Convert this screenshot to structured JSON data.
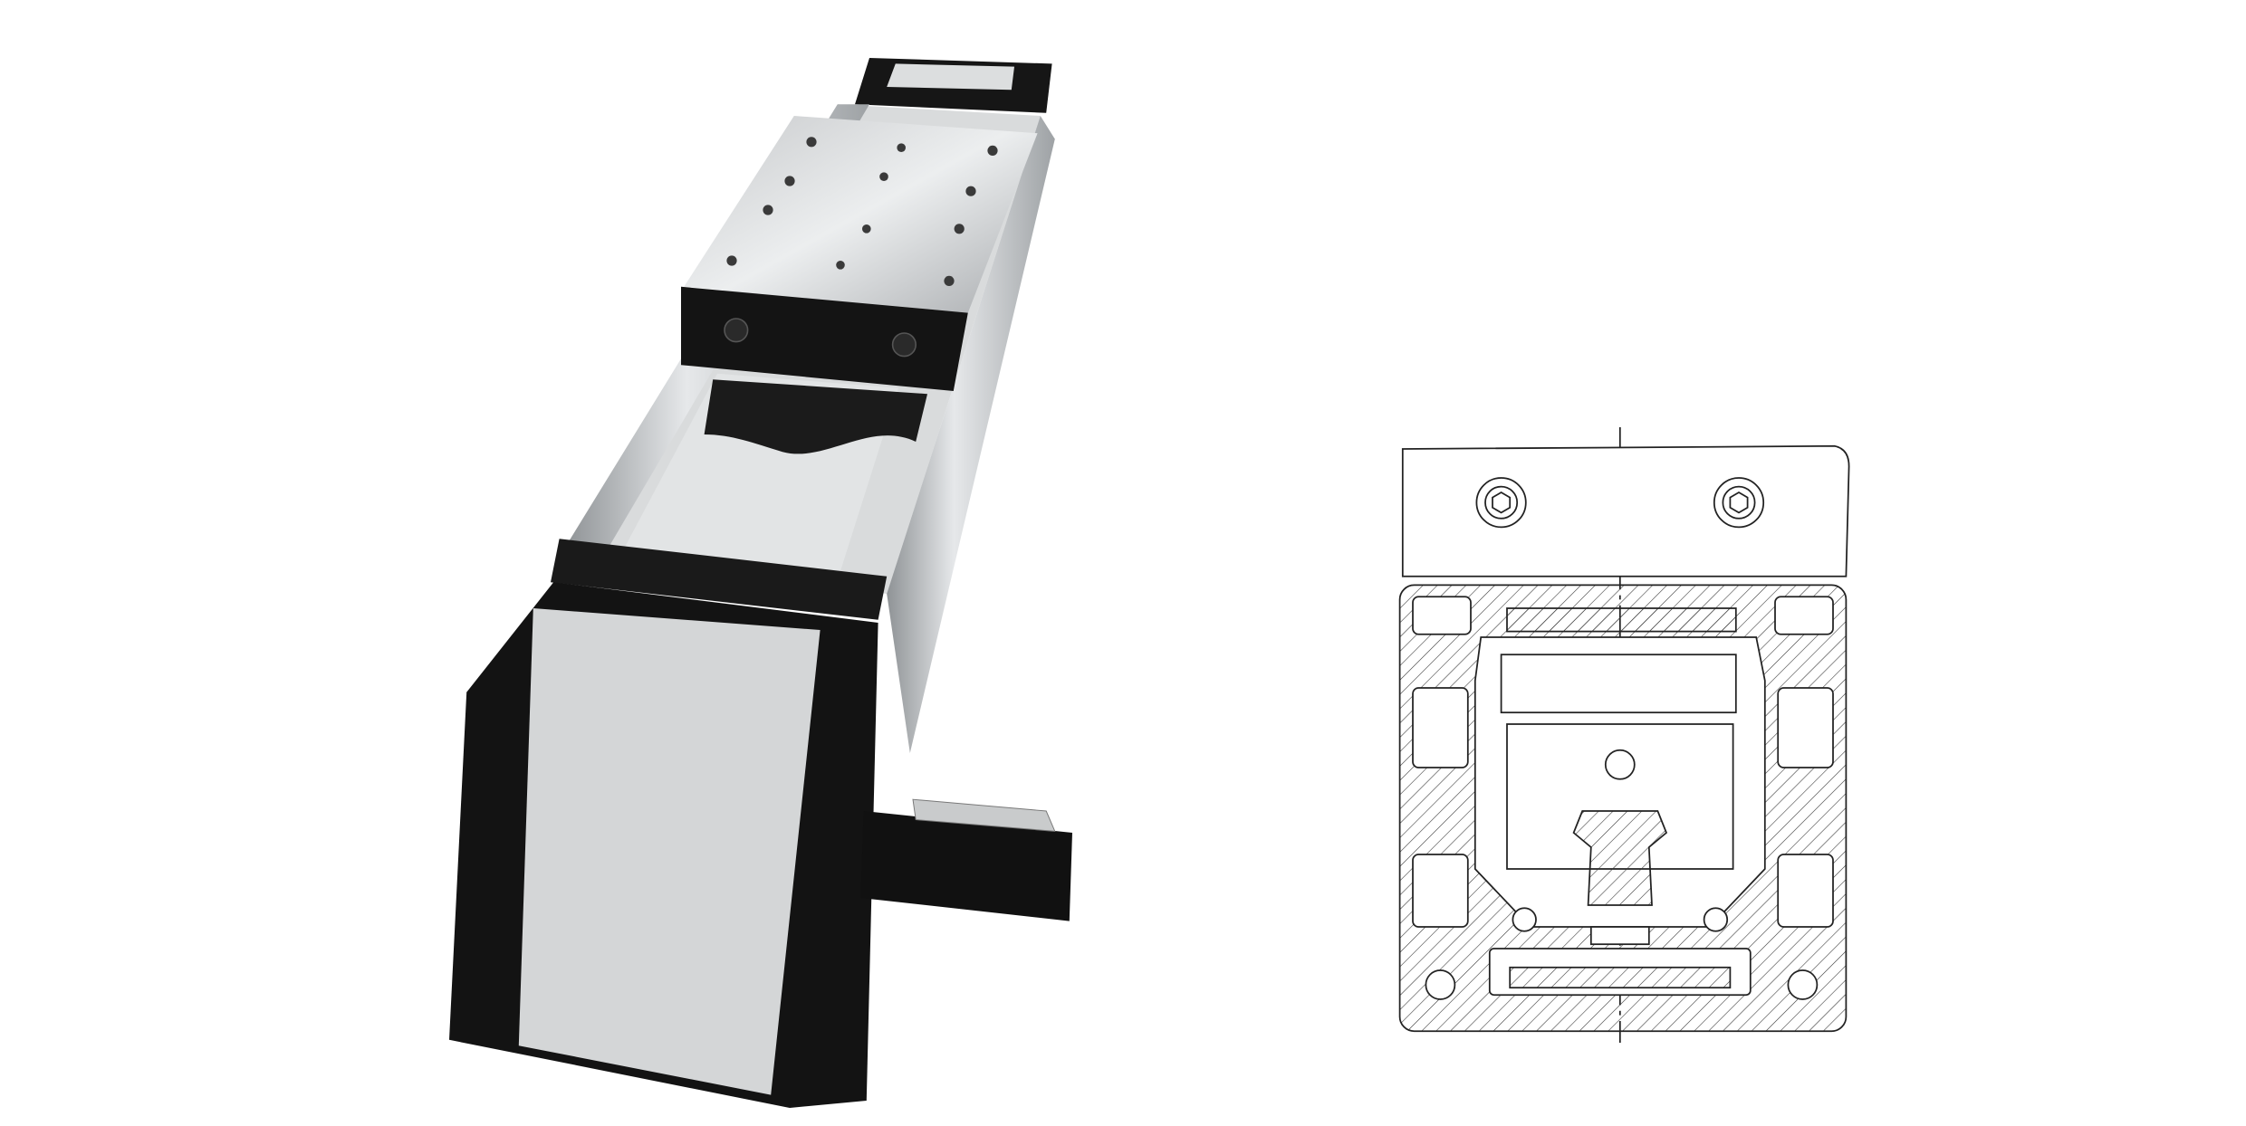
{
  "colors": {
    "background": "#ffffff",
    "end_cap": "#141414",
    "cover_strip": "#d4d6d7",
    "aluminium": "#b9bcbf",
    "drawing_line": "#222222"
  },
  "images": [
    {
      "name": "linear-actuator-render",
      "kind": "3d-product-render"
    },
    {
      "name": "cross-section-drawing",
      "kind": "technical-drawing"
    }
  ]
}
